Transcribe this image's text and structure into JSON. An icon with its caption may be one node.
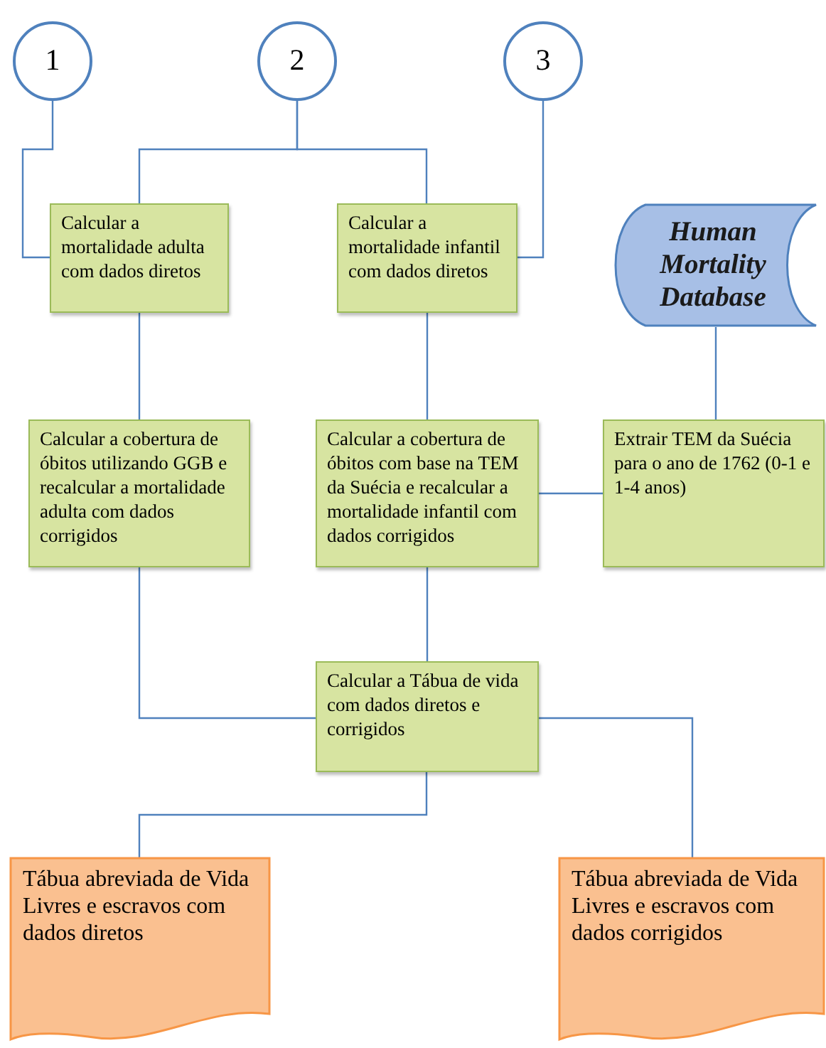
{
  "diagram": {
    "nodes": [
      {
        "text": [
          "1"
        ]
      },
      {
        "text": [
          "2"
        ]
      },
      {
        "text": [
          "3"
        ]
      },
      {
        "text": [
          "Calcular a mortalidade adulta com dados diretos"
        ]
      },
      {
        "text": [
          "Calcular a mortalidade infantil com dados diretos"
        ]
      },
      {
        "text": [
          "Human Mortality Database"
        ]
      },
      {
        "text": [
          "Calcular a cobertura de óbitos utilizando GGB e recalcular a mortalidade adulta com dados corrigidos"
        ]
      },
      {
        "text": [
          "Calcular a cobertura de óbitos com base na TEM da Suécia e recalcular a mortalidade infantil com dados corrigidos"
        ]
      },
      {
        "text": [
          "Extrair TEM da Suécia para o ano de 1762 (0-1 e 1-4 anos)"
        ]
      },
      {
        "text": [
          "Calcular a Tábua de vida com dados diretos e corrigidos"
        ]
      },
      {
        "text": [
          "Tábua abreviada de Vida Livres e escravos com dados diretos"
        ]
      },
      {
        "text": [
          "Tábua abreviada de Vida Livres e escravos com dados corrigidos"
        ]
      }
    ],
    "edges": [
      {
        "from": 0,
        "to": 3,
        "arrow": "none"
      },
      {
        "from": 1,
        "to": 3,
        "arrow": "none"
      },
      {
        "from": 1,
        "to": 4,
        "arrow": "none"
      },
      {
        "from": 2,
        "to": 4,
        "arrow": "none"
      },
      {
        "from": 3,
        "to": 6,
        "arrow": "none"
      },
      {
        "from": 4,
        "to": 7,
        "arrow": "none"
      },
      {
        "from": 5,
        "to": 8,
        "arrow": "none"
      },
      {
        "from": 8,
        "to": 7,
        "arrow": "none"
      },
      {
        "from": 6,
        "to": 9,
        "arrow": "none"
      },
      {
        "from": 7,
        "to": 9,
        "arrow": "none"
      },
      {
        "from": 9,
        "to": 10,
        "arrow": "none"
      },
      {
        "from": 9,
        "to": 11,
        "arrow": "none"
      }
    ]
  }
}
